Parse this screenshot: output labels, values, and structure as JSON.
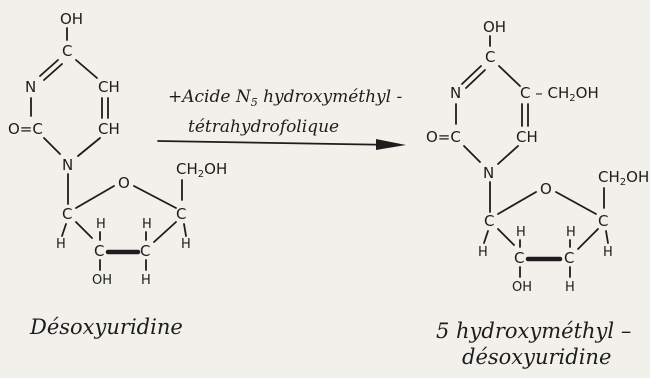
{
  "reagent": {
    "line1": "+Acide N",
    "line1_sub": "5",
    "line1_rest": " hydroxyméthyl -",
    "line2": "tétrahydrofolique"
  },
  "left": {
    "name": "Désoxyuridine"
  },
  "right": {
    "name_line1": "5 hydroxyméthyl –",
    "name_line2": "désoxyuridine"
  },
  "atoms": {
    "oh": "OH",
    "c": "C",
    "n": "N",
    "ch": "CH",
    "o_eq_c": "O=C",
    "o": "O",
    "ch2oh_main": "CH",
    "ch2oh_sub": "2",
    "ch2oh_tail": "OH",
    "h": "H",
    "c_minus_ch2oh": "C – CH",
    "ch2oh_tail2": "OH"
  }
}
